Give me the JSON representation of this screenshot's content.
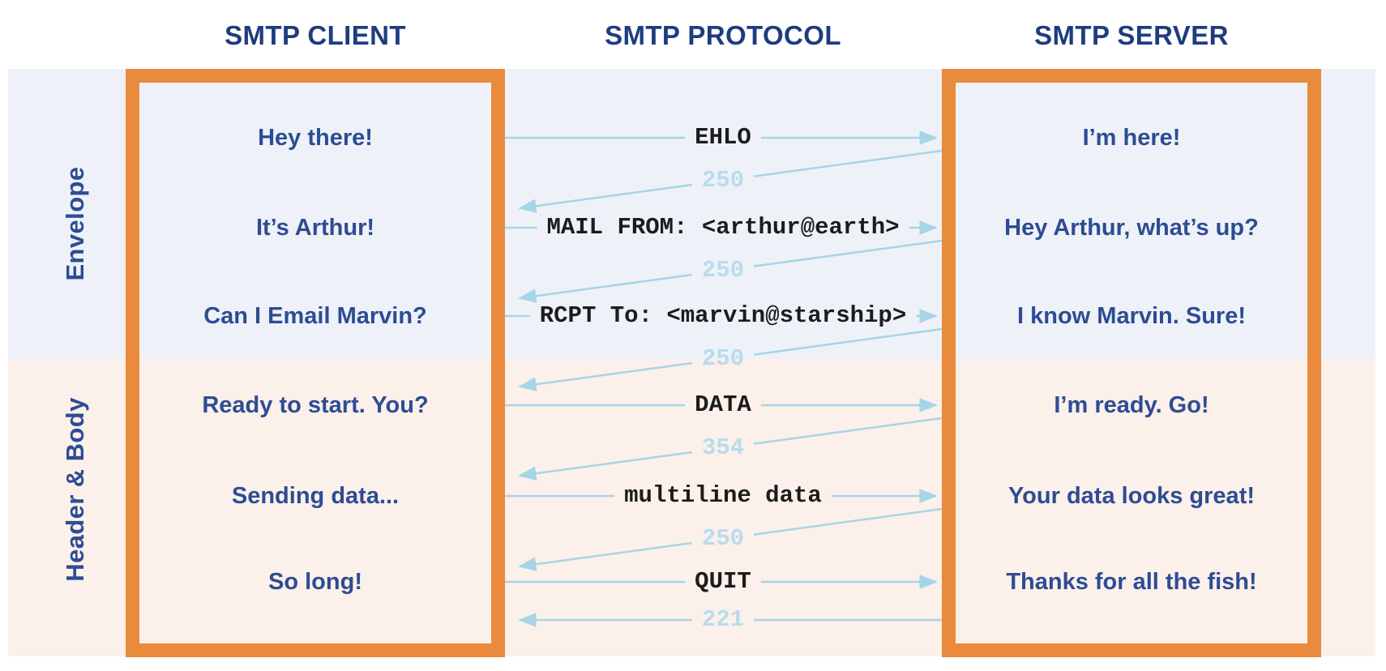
{
  "headers": {
    "client": "SMTP CLIENT",
    "protocol": "SMTP PROTOCOL",
    "server": "SMTP SERVER"
  },
  "sections": {
    "envelope": "Envelope",
    "header_body": "Header & Body"
  },
  "rows": [
    {
      "client": "Hey there!",
      "command": "EHLO",
      "server": "I’m here!",
      "response": "250"
    },
    {
      "client": "It’s Arthur!",
      "command": "MAIL FROM: <arthur@earth>",
      "server": "Hey Arthur, what’s up?",
      "response": "250"
    },
    {
      "client": "Can I Email Marvin?",
      "command": "RCPT To: <marvin@starship>",
      "server": "I know Marvin. Sure!",
      "response": "250"
    },
    {
      "client": "Ready to start. You?",
      "command": "DATA",
      "server": "I’m ready. Go!",
      "response": "354"
    },
    {
      "client": "Sending data...",
      "command": "multiline data",
      "server": "Your data looks great!",
      "response": "250"
    },
    {
      "client": "So long!",
      "command": "QUIT",
      "server": "Thanks for all the fish!",
      "response": "221"
    }
  ],
  "colors": {
    "accent_orange": "#ea8a3c",
    "band_blue": "#eef2f8",
    "band_peach": "#fcf0ea",
    "arrow_blue": "#a6d5e7",
    "response_text_blue": "#b7dcee",
    "heading_navy": "#1e3c80",
    "message_navy": "#2d4c94",
    "command_black": "#1c1c1c"
  }
}
